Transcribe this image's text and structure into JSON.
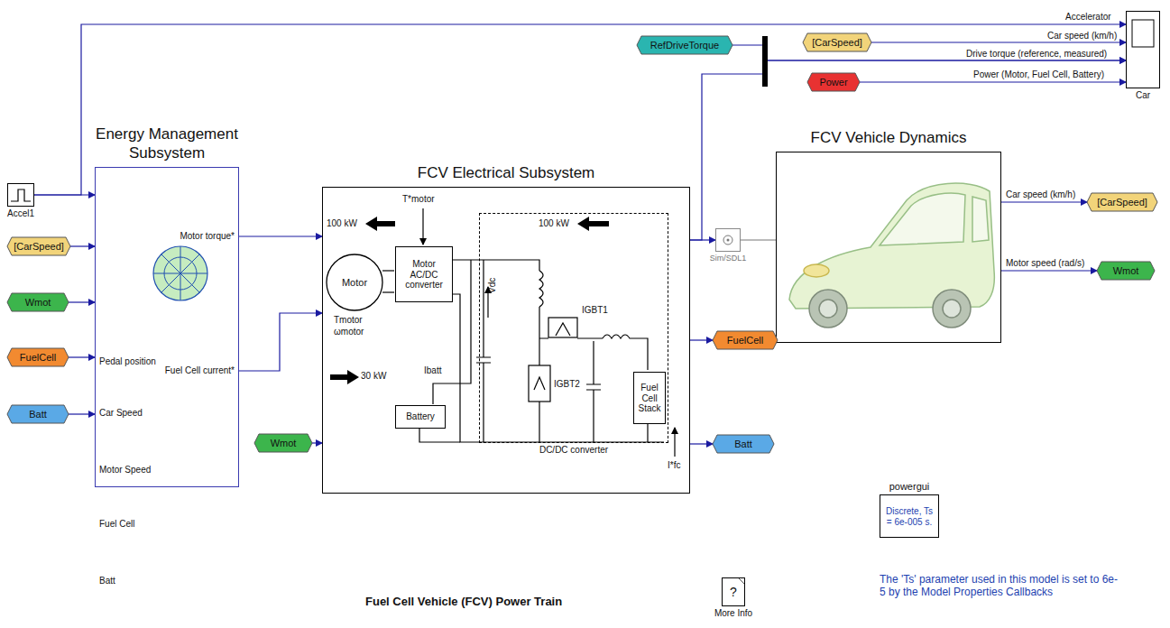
{
  "diagram": {
    "title": "Fuel Cell Vehicle (FCV) Power Train",
    "nodes": [
      {
        "text": [
          "Accel1"
        ]
      },
      {
        "text": [
          "Energy Management Subsystem",
          "Pedal position",
          "Car Speed",
          "Motor Speed",
          "Fuel Cell",
          "Batt",
          "Motor torque*",
          "Fuel Cell current*"
        ]
      },
      {
        "text": [
          "[CarSpeed]"
        ]
      },
      {
        "text": [
          "Wmot"
        ]
      },
      {
        "text": [
          "FuelCell"
        ]
      },
      {
        "text": [
          "Batt"
        ]
      },
      {
        "text": [
          "FCV Electrical Subsystem"
        ]
      },
      {
        "text": [
          "Wmot"
        ]
      },
      {
        "text": [
          "Motor"
        ],
        "in": 6
      },
      {
        "text": [
          "Motor AC/DC converter"
        ],
        "in": 6
      },
      {
        "text": [
          "Battery"
        ],
        "in": 6
      },
      {
        "text": [
          "DC/DC converter"
        ],
        "in": 6
      },
      {
        "text": [
          "Fuel Cell Stack"
        ],
        "in": 11
      },
      {
        "text": [
          "Sim/SDL1"
        ]
      },
      {
        "text": [
          "FCV Vehicle Dynamics"
        ]
      },
      {
        "text": [
          "[CarSpeed]"
        ]
      },
      {
        "text": [
          "Wmot"
        ]
      },
      {
        "text": [
          "FuelCell"
        ]
      },
      {
        "text": [
          "Batt"
        ]
      },
      {
        "text": [
          "RefDriveTorque"
        ]
      },
      {
        "text": [
          "[CarSpeed]"
        ]
      },
      {
        "text": [
          "Power"
        ]
      },
      {
        "text": [
          "Car"
        ]
      },
      {
        "text": [
          "powergui",
          "Discrete, Ts = 6e-005 s."
        ]
      },
      {
        "text": [
          "?",
          "More Info"
        ]
      }
    ],
    "edges": [
      {
        "from": 0,
        "to": 1,
        "arrow": "to"
      },
      {
        "from": 0,
        "to": 22,
        "label": "Accelerator",
        "arrow": "to"
      },
      {
        "from": 2,
        "to": 1,
        "arrow": "to"
      },
      {
        "from": 3,
        "to": 1,
        "arrow": "to"
      },
      {
        "from": 4,
        "to": 1,
        "arrow": "to"
      },
      {
        "from": 5,
        "to": 1,
        "arrow": "to"
      },
      {
        "from": 1,
        "to": 6,
        "arrow": "to"
      },
      {
        "from": 1,
        "to": 6,
        "arrow": "to"
      },
      {
        "from": 7,
        "to": 6,
        "arrow": "to"
      },
      {
        "from": 6,
        "to": 13,
        "arrow": "to"
      },
      {
        "from": 6,
        "to": 22,
        "arrow": "to"
      },
      {
        "from": 19,
        "to": 22,
        "label": "Drive torque (reference, measured)",
        "arrow": "to"
      },
      {
        "from": 20,
        "to": 22,
        "label": "Car speed (km/h)",
        "arrow": "to"
      },
      {
        "from": 21,
        "to": 22,
        "label": "Power (Motor, Fuel Cell, Battery)",
        "arrow": "to"
      },
      {
        "from": 13,
        "to": 14,
        "arrow": "none"
      },
      {
        "from": 14,
        "to": 15,
        "label": "Car speed (km/h)",
        "arrow": "to"
      },
      {
        "from": 14,
        "to": 16,
        "label": "Motor speed (rad/s)",
        "arrow": "to"
      },
      {
        "from": 6,
        "to": 17,
        "arrow": "to"
      },
      {
        "from": 6,
        "to": 18,
        "arrow": "to"
      }
    ],
    "labels": [
      "100 kW",
      "T*motor",
      "Tmotor",
      "ωmotor",
      "30 kW",
      "Ibatt",
      "Vdc",
      "100 kW",
      "IGBT1",
      "IGBT2",
      "I*fc",
      "The 'Ts' parameter used in this model is set to 6e-5 by the Model Properties Callbacks"
    ]
  }
}
